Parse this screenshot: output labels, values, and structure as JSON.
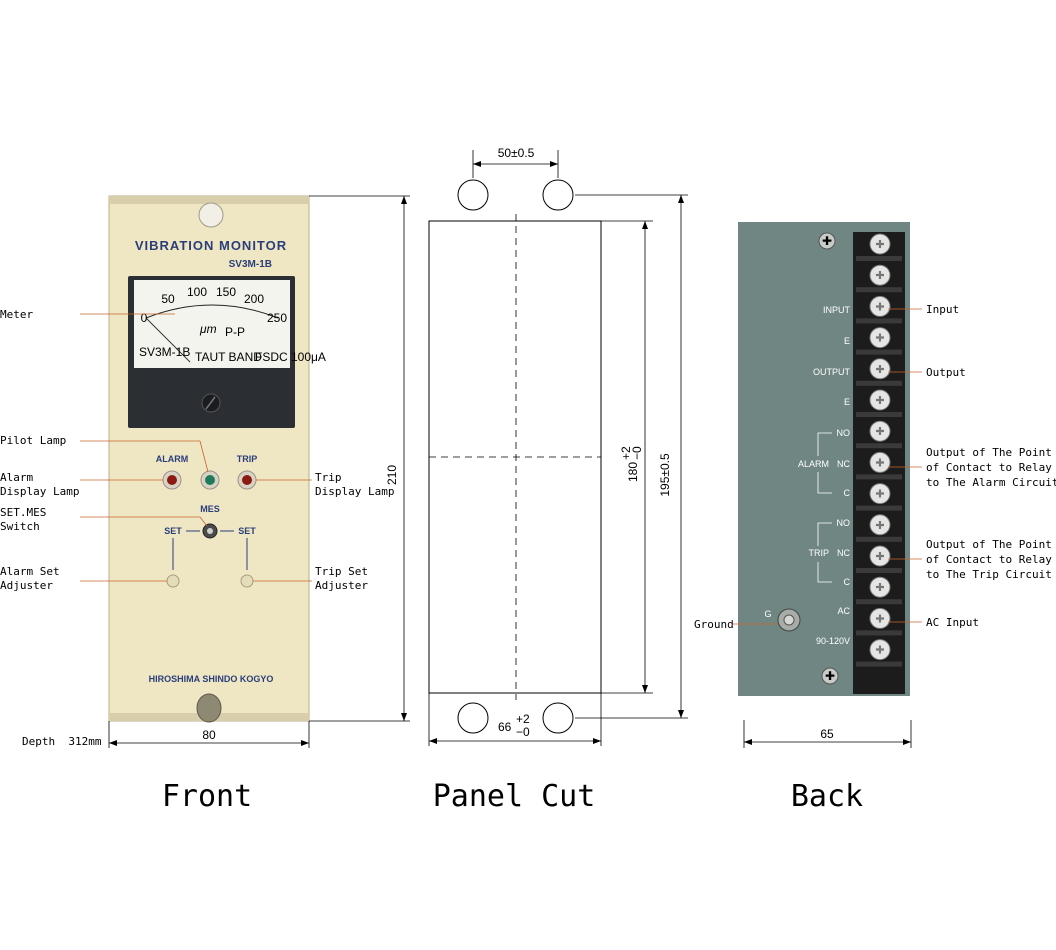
{
  "front": {
    "brand_title": "VIBRATION MONITOR",
    "model": "SV3M-1B",
    "meter_unit": "μm",
    "meter_unit_sub": "P-P",
    "meter_scale": [
      "0",
      "50",
      "100",
      "150",
      "200",
      "250"
    ],
    "meter_fine_left": "SV3M-1B",
    "meter_fine_mid": "TAUT BAND",
    "meter_fine_right": "FSDC 100μA",
    "alarm_label": "ALARM",
    "trip_label": "TRIP",
    "mes_label": "MES",
    "set_left": "SET",
    "set_right": "SET",
    "maker": "HIROSHIMA SHINDO KOGYO",
    "width_dim": "80",
    "height_dim": "210",
    "depth": "Depth  312mm",
    "caption": "Front",
    "callouts": {
      "meter": "Meter",
      "pilot_lamp": "Pilot Lamp",
      "alarm_display_1": "Alarm",
      "alarm_display_2": "Display Lamp",
      "setmes_1": "SET.MES",
      "setmes_2": "Switch",
      "alarm_set_1": "Alarm Set",
      "alarm_set_2": "Adjuster",
      "trip_display_1": "Trip",
      "trip_display_2": "Display Lamp",
      "trip_set_1": "Trip Set",
      "trip_set_2": "Adjuster"
    }
  },
  "panel_cut": {
    "hole_spacing": "50±0.5",
    "width_dim": "66",
    "width_tol_plus": "+2",
    "width_tol_minus": "−0",
    "height_dim": "180",
    "height_tol_plus": "+2",
    "height_tol_minus": "−0",
    "outer_height": "195±0.5",
    "caption": "Panel Cut"
  },
  "back": {
    "width_dim": "65",
    "caption": "Back",
    "terminal_labels": {
      "input": "INPUT",
      "e1": "E",
      "output": "OUTPUT",
      "e2": "E",
      "alarm_no": "NO",
      "alarm": "ALARM",
      "alarm_nc": "NC",
      "alarm_c": "C",
      "trip_no": "NO",
      "trip": "TRIP",
      "trip_nc": "NC",
      "trip_c": "C",
      "ac": "AC",
      "voltage": "90-120V",
      "ground_g": "G"
    },
    "callouts": {
      "input": "Input",
      "output": "Output",
      "alarm_1": "Output of The Point",
      "alarm_2": "of Contact to Relay",
      "alarm_3": "to The Alarm Circuit",
      "trip_1": "Output of The Point",
      "trip_2": "of Contact to Relay",
      "trip_3": "to The Trip Circuit",
      "ac_input": "AC Input",
      "ground": "Ground"
    }
  },
  "colors": {
    "front_panel": "#efe6c4",
    "meter_face": "#f4f4ee",
    "back_plate": "#6f8683",
    "terminal_block": "#1c1c1c",
    "callout_line": "#c8642a",
    "panel_text": "#2a3f7a"
  }
}
